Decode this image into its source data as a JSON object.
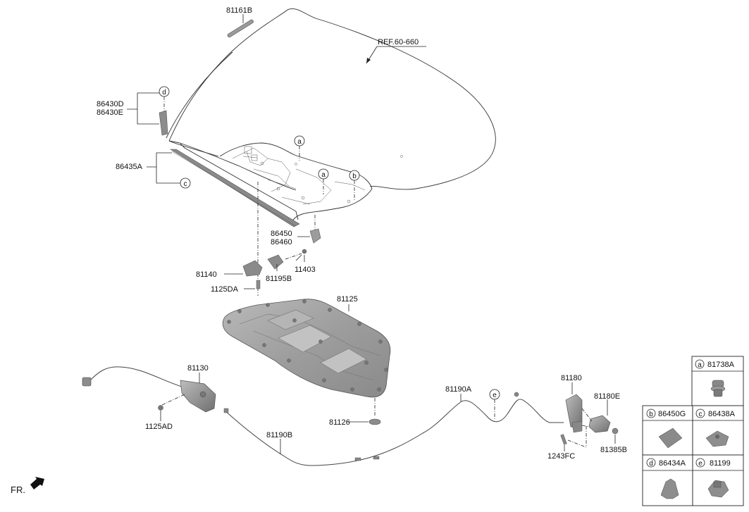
{
  "diagram": {
    "reference_label": "REF.60-660",
    "front_label": "FR.",
    "callouts": {
      "p81161B": "81161B",
      "p86430D": "86430D",
      "p86430E": "86430E",
      "p86435A": "86435A",
      "p86450": "86450",
      "p86460": "86460",
      "p81140": "81140",
      "p81195B": "81195B",
      "p11403": "11403",
      "p1125DA": "1125DA",
      "p81125": "81125",
      "p81130": "81130",
      "p1125AD": "1125AD",
      "p81190B": "81190B",
      "p81126": "81126",
      "p81190A": "81190A",
      "p81180": "81180",
      "p81180E": "81180E",
      "p1243FC": "1243FC",
      "p81385B": "81385B"
    },
    "markers": {
      "a": "a",
      "b": "b",
      "c": "c",
      "d": "d",
      "e": "e"
    },
    "legend": {
      "a": {
        "letter": "a",
        "part": "81738A"
      },
      "b": {
        "letter": "b",
        "part": "86450G"
      },
      "c": {
        "letter": "c",
        "part": "86438A"
      },
      "d": {
        "letter": "d",
        "part": "86434A"
      },
      "e": {
        "letter": "e",
        "part": "81199"
      }
    }
  },
  "colors": {
    "line": "#222222",
    "part_fill": "#9a9a9a",
    "part_dark": "#6e6e6e",
    "insulator_fill": "#a8a8a8"
  },
  "icons": [
    "front-arrow-icon"
  ]
}
